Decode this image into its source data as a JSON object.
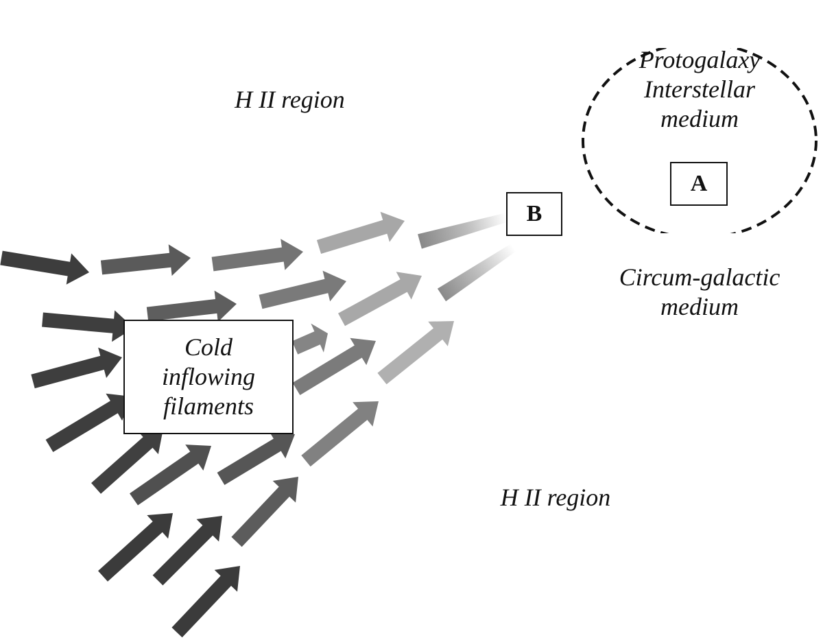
{
  "labels": {
    "hii_upper": "H II region",
    "hii_lower": "H II region",
    "protogalaxy": [
      "Protogalaxy",
      "Interstellar",
      "medium"
    ],
    "cgm": [
      "Circum-galactic",
      "medium"
    ],
    "cold_filaments": [
      "Cold",
      "inflowing",
      "filaments"
    ],
    "box_a": "A",
    "box_b": "B"
  },
  "colors": {
    "arrow_dark": "#3d3d3d",
    "arrow_mid": "#777777",
    "arrow_light": "#aaaaaa",
    "outline": "#111111"
  },
  "arrow_count": 27
}
